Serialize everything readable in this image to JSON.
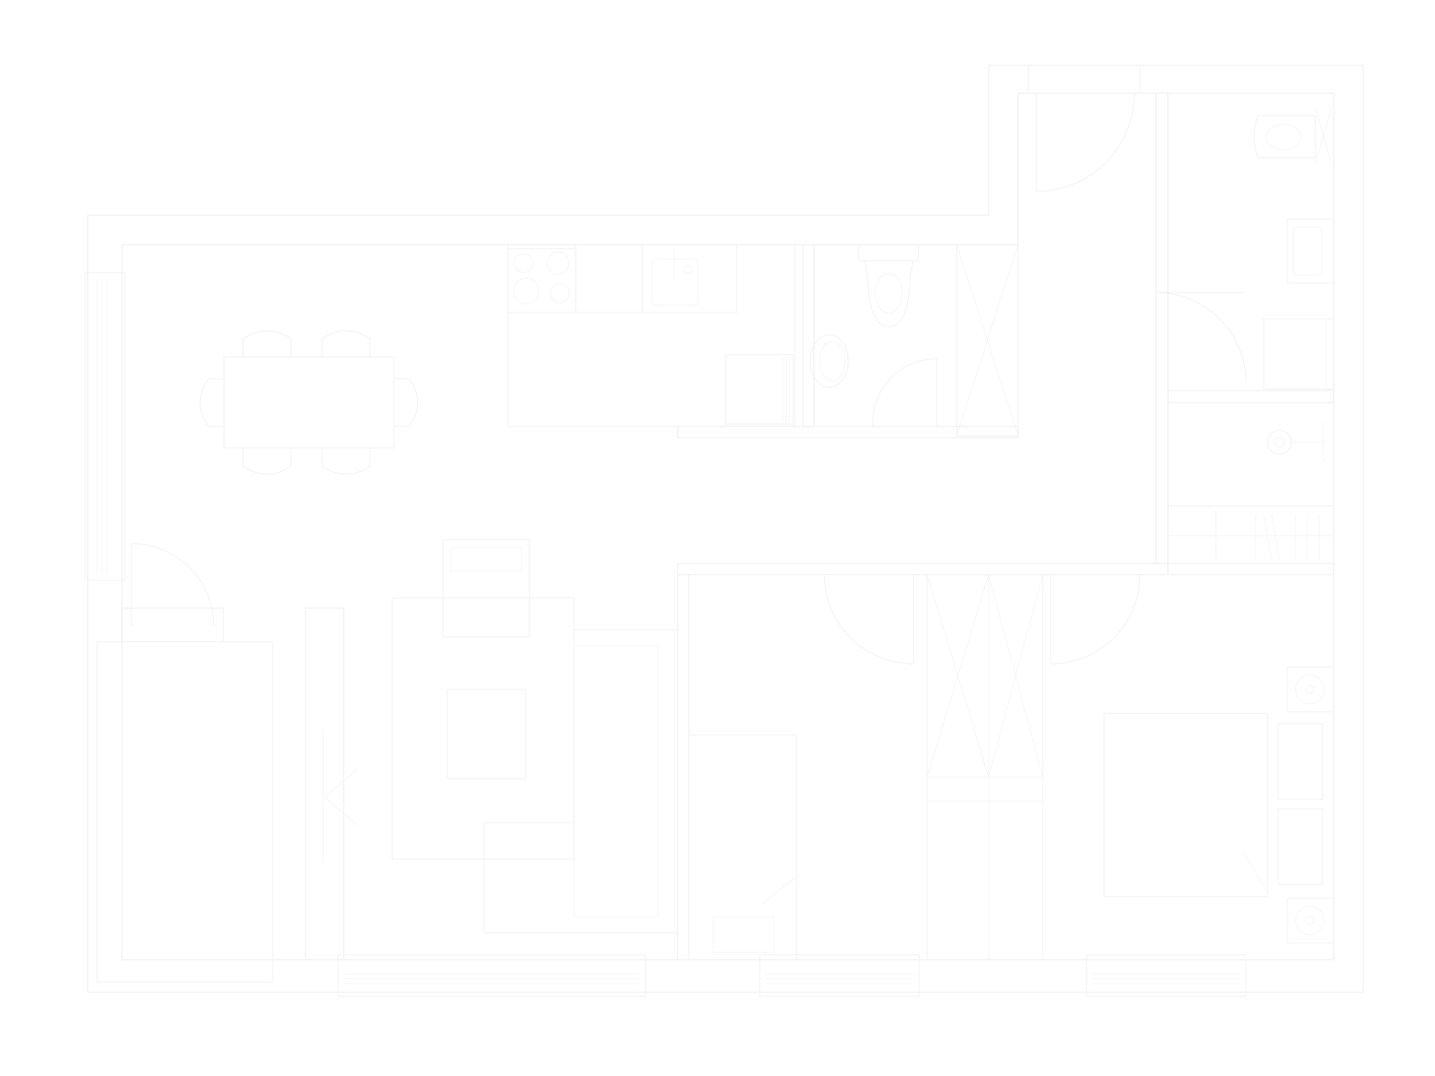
{
  "plan": {
    "line_color": "#f1f1f1",
    "background": "#ffffff",
    "rooms": [
      "dining",
      "kitchen",
      "wc",
      "entrance-hall",
      "bathroom",
      "laundry",
      "living-room",
      "bedroom",
      "wardrobe"
    ],
    "icons": [
      "cooktop-icon",
      "sink-icon",
      "toilet-icon",
      "washbasin-icon",
      "shower-icon",
      "washing-machine-icon",
      "sofa-icon",
      "bed-icon",
      "table-icon",
      "chair-icon",
      "armchair-icon",
      "tv-icon",
      "door-icon",
      "window-icon",
      "lamp-icon"
    ]
  }
}
